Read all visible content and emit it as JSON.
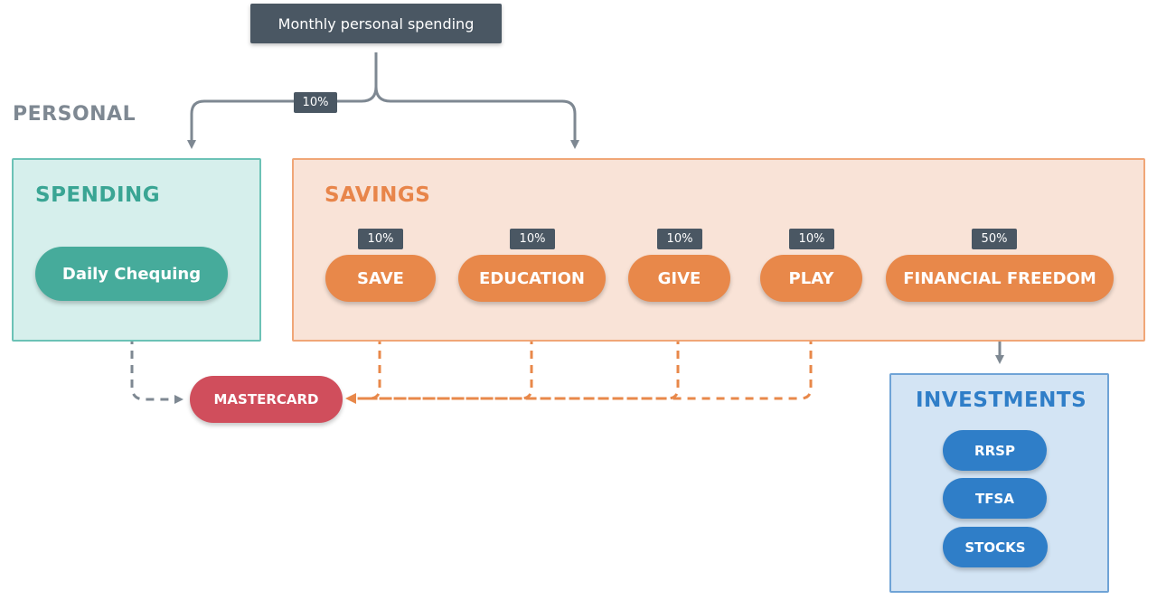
{
  "root": {
    "label": "Monthly personal spending",
    "split_tag": "10%"
  },
  "personal": {
    "title": "PERSONAL"
  },
  "spending": {
    "title": "SPENDING",
    "account": "Daily Chequing"
  },
  "savings": {
    "title": "SAVINGS",
    "buckets": [
      {
        "label": "SAVE",
        "percent": "10%"
      },
      {
        "label": "EDUCATION",
        "percent": "10%"
      },
      {
        "label": "GIVE",
        "percent": "10%"
      },
      {
        "label": "PLAY",
        "percent": "10%"
      },
      {
        "label": "FINANCIAL FREEDOM",
        "percent": "50%"
      }
    ]
  },
  "card": {
    "label": "MASTERCARD"
  },
  "investments": {
    "title": "INVESTMENTS",
    "items": [
      "RRSP",
      "TFSA",
      "STOCKS"
    ]
  },
  "colors": {
    "connector_gray": "#7e8892",
    "connector_orange": "#e8884a",
    "dark_node": "#4a5763",
    "teal": "#46ab9b",
    "orange": "#e8884a",
    "red": "#d04e5c",
    "blue": "#2f7ec8"
  }
}
